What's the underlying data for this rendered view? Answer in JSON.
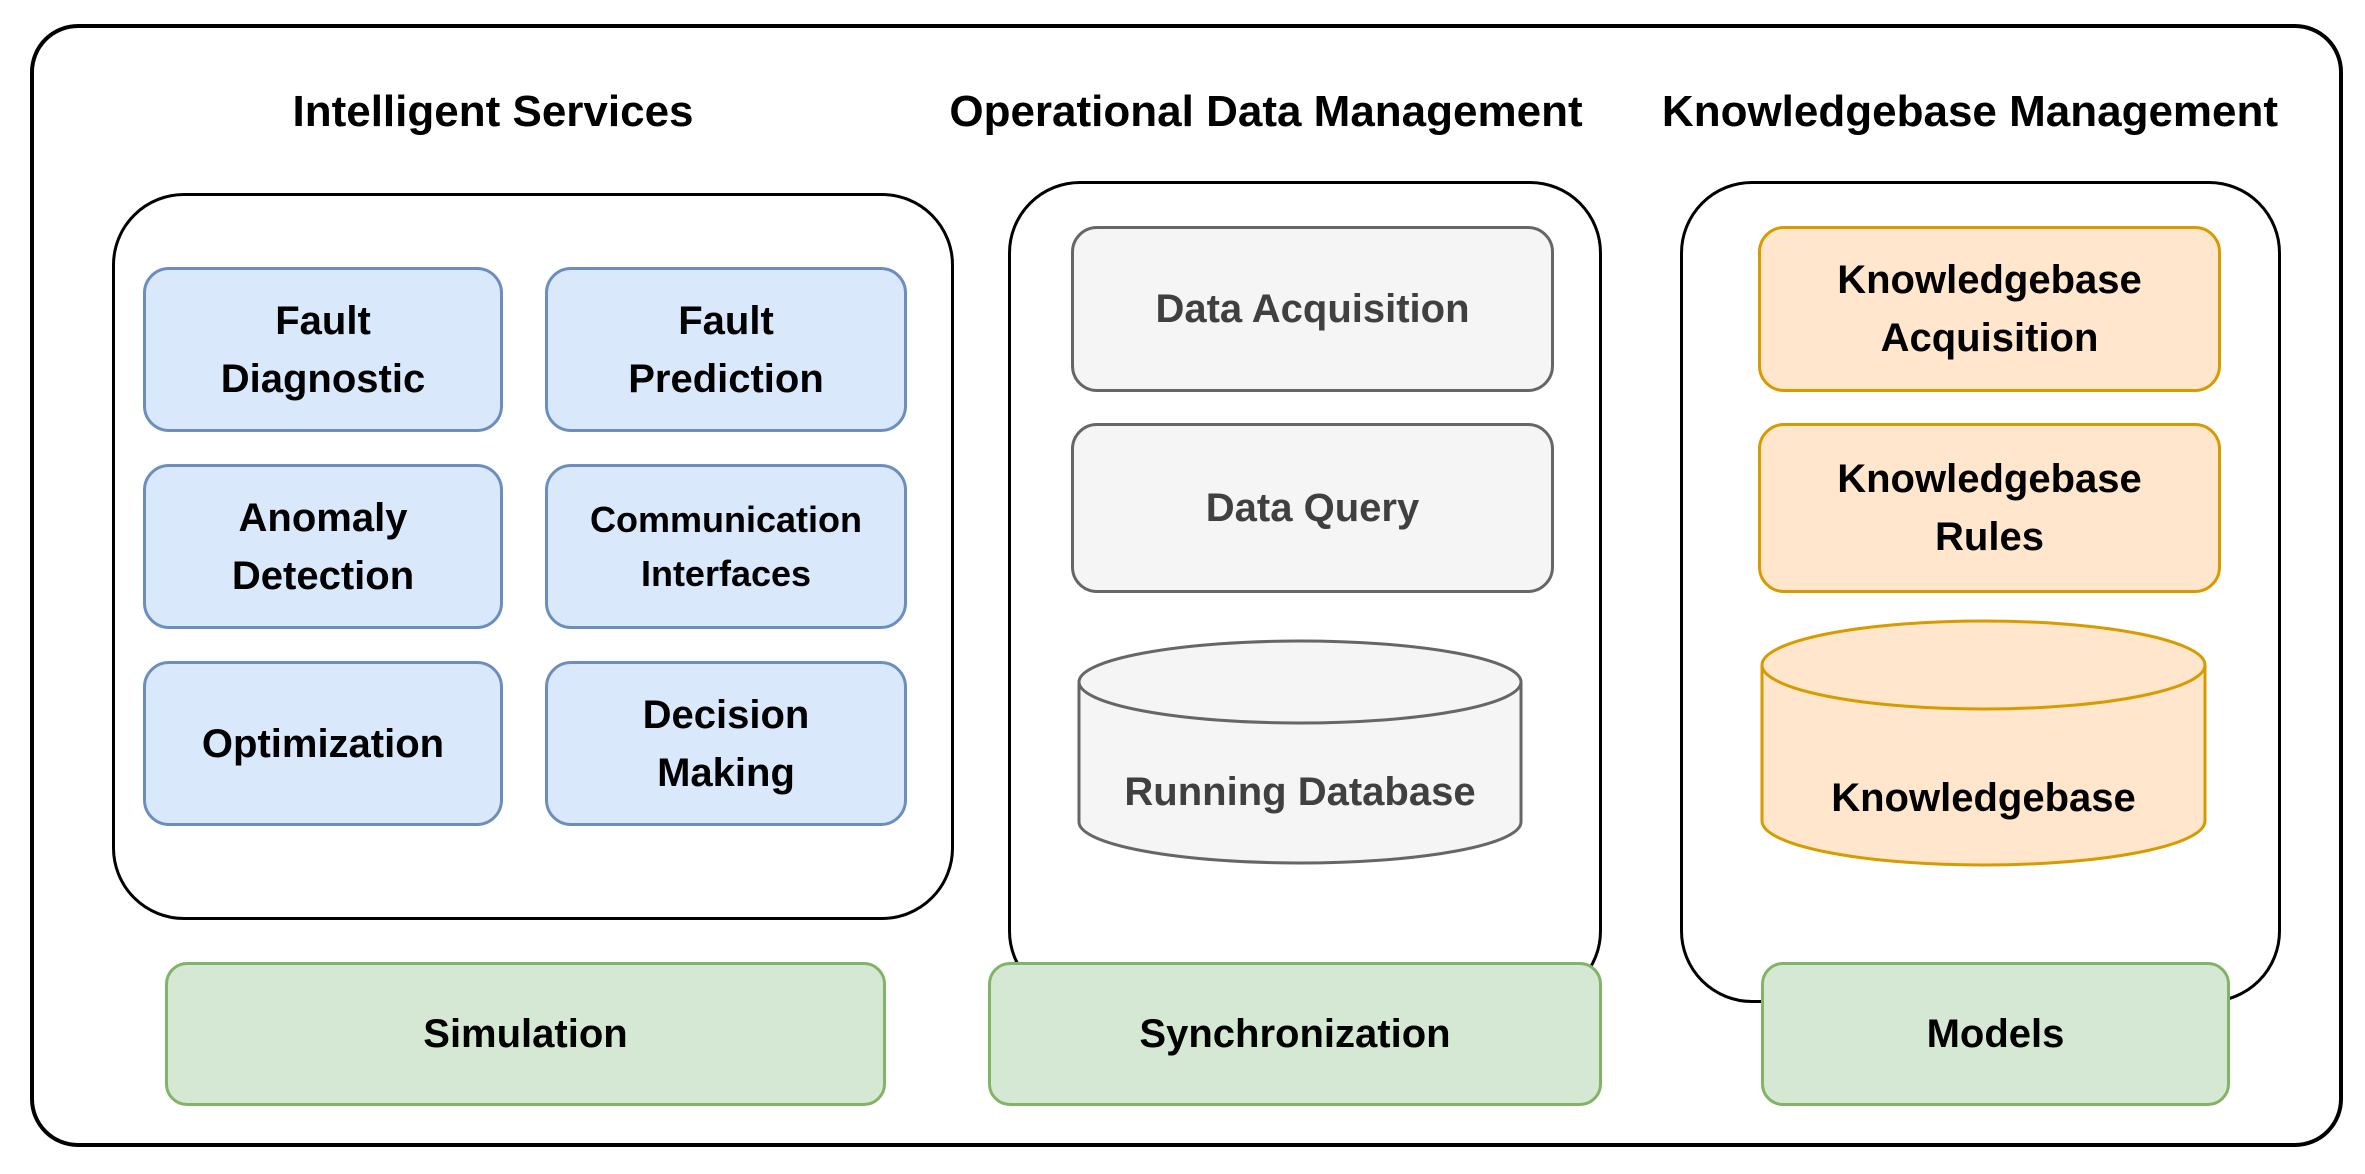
{
  "columns": [
    {
      "title": "Intelligent Services",
      "services": [
        "Fault Diagnostic",
        "Fault Prediction",
        "Anomaly Detection",
        "Communication Interfaces",
        "Optimization",
        "Decision Making"
      ],
      "bottom_label": "Simulation"
    },
    {
      "title": "Operational Data Management",
      "boxes": [
        "Data Acquisition",
        "Data Query"
      ],
      "database": "Running Database",
      "bottom_label": "Synchronization"
    },
    {
      "title": "Knowledgebase Management",
      "boxes": [
        "Knowledgebase Acquisition",
        "Knowledgebase Rules"
      ],
      "database": "Knowledgebase",
      "bottom_label": "Models"
    }
  ],
  "colors": {
    "service_fill": "#dae8fc",
    "service_stroke": "#6c8ebf",
    "data_fill": "#f5f5f5",
    "data_stroke": "#666666",
    "data_text": "#404040",
    "knowledge_fill": "#ffe6cc",
    "knowledge_stroke": "#d79b00",
    "bottom_fill": "#d5e8d4",
    "bottom_stroke": "#82b366",
    "frame_stroke": "#000000"
  }
}
